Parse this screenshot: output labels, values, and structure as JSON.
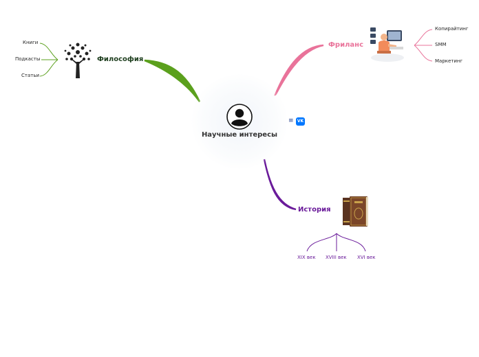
{
  "center": {
    "title": "Научные интересы",
    "icon": "user-avatar-icon",
    "badges": {
      "menu": "≡",
      "vk": "VK"
    }
  },
  "branches": {
    "philosophy": {
      "title": "Философия",
      "color": "#5ba01d",
      "title_color": "#1d3d1d",
      "image": "tree-icon",
      "items": [
        "Книги",
        "Подкасты",
        "Статьи"
      ]
    },
    "freelance": {
      "title": "Фриланс",
      "color": "#e9739a",
      "title_color": "#e9739a",
      "image": "freelancer-at-desk-icon",
      "items": [
        "Копирайтинг",
        "SMM",
        "Маркетинг"
      ]
    },
    "history": {
      "title": "История",
      "color": "#6a1b9a",
      "title_color": "#6a1b9a",
      "image": "old-books-icon",
      "items": [
        "XIX век",
        "XVIII век",
        "XVI век"
      ]
    }
  }
}
